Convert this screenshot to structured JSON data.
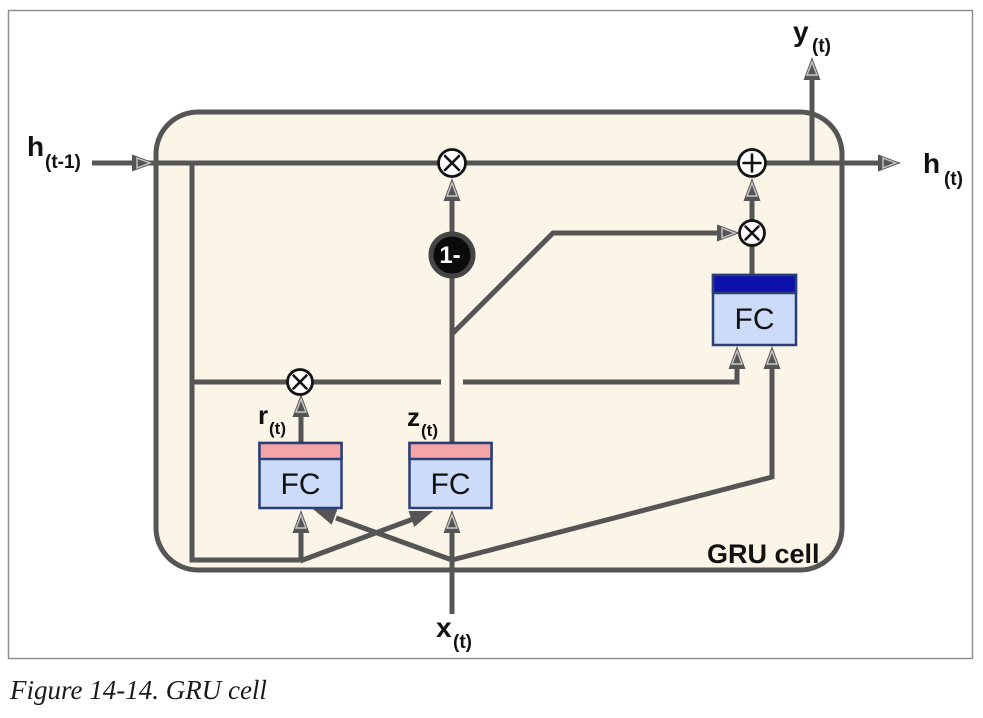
{
  "figure": {
    "caption": "Figure 14-14. GRU cell",
    "cell_name": "GRU cell"
  },
  "io_labels": {
    "h_prev": {
      "base": "h",
      "sub": "(t-1)"
    },
    "h_out": {
      "base": "h",
      "sub": "(t)"
    },
    "y_out": {
      "base": "y",
      "sub": "(t)"
    },
    "x_in": {
      "base": "x",
      "sub": "(t)"
    }
  },
  "gate_labels": {
    "r": {
      "base": "r",
      "sub": "(t)"
    },
    "z": {
      "base": "z",
      "sub": "(t)"
    }
  },
  "nodes": {
    "fc_label": "FC",
    "one_minus": "1-",
    "multiply_symbol": "⊗",
    "add_symbol": "⊕"
  },
  "colors": {
    "cell_fill": "#faf5e6",
    "line": "#555555",
    "fc_body": "#ccdbf7",
    "fc_gate_strip": "#f4a5a7",
    "fc_main_strip": "#0f11ac",
    "fc_border": "#2b3f77",
    "one_minus_fill": "#0b0b0b",
    "frame_stroke": "#8f8f8f",
    "caption_color": "#1a1a1a"
  }
}
